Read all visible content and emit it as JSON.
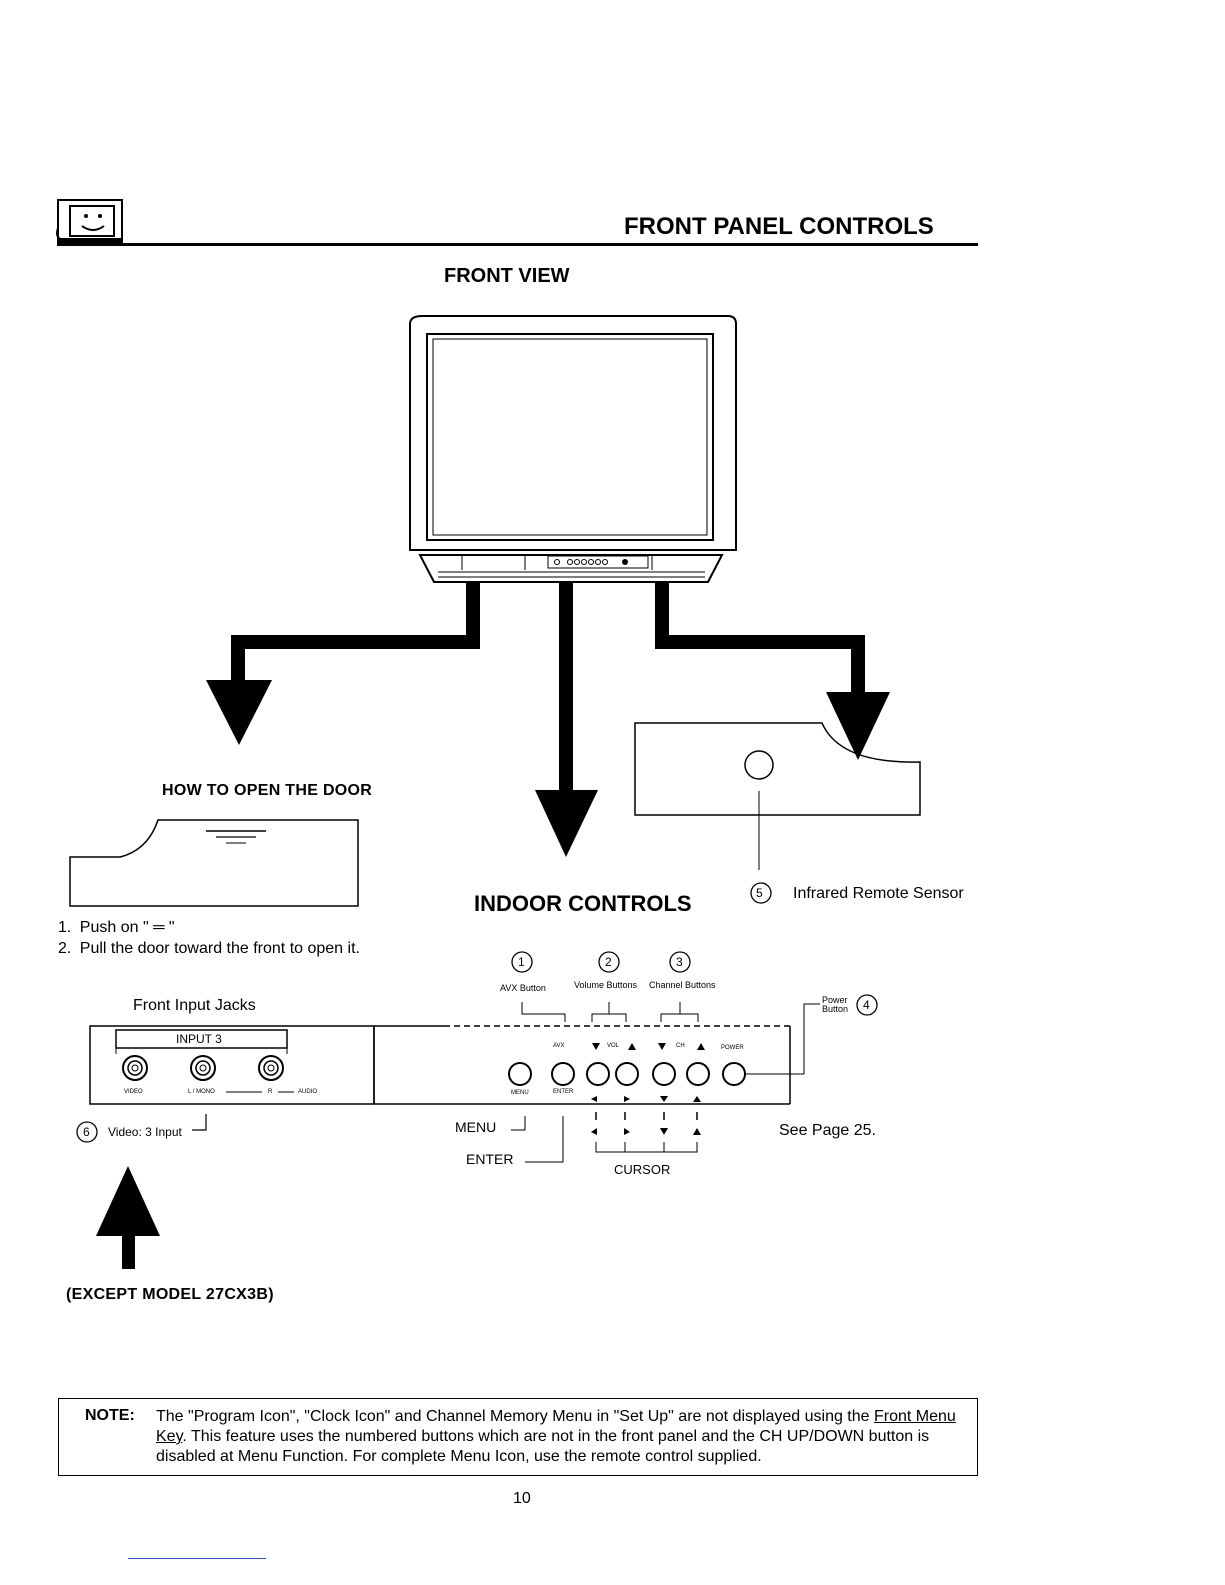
{
  "header": {
    "title": "FRONT PANEL CONTROLS",
    "logo_icon": "tv-mascot-icon"
  },
  "front_view": {
    "title": "FRONT VIEW"
  },
  "door": {
    "title": "HOW TO OPEN THE DOOR",
    "steps": [
      {
        "num": "1.",
        "text": "Push on \" ═ \""
      },
      {
        "num": "2.",
        "text": "Pull the door toward the front to open it."
      }
    ]
  },
  "jacks": {
    "title": "Front Input Jacks",
    "input_label": "INPUT 3",
    "jack_labels": [
      "VIDEO",
      "L / MONO",
      "R",
      "AUDIO"
    ],
    "callout_num": "6",
    "callout_text": "Video: 3 Input",
    "except_note": "(EXCEPT MODEL 27CX3B)"
  },
  "sensor": {
    "num": "5",
    "label": "Infrared Remote Sensor"
  },
  "indoor": {
    "title": "INDOOR CONTROLS",
    "callouts": [
      {
        "num": "1",
        "label": "AVX Button"
      },
      {
        "num": "2",
        "label": "Volume Buttons"
      },
      {
        "num": "3",
        "label": "Channel Buttons"
      }
    ],
    "power_callout": {
      "num": "4",
      "label_line1": "Power",
      "label_line2": "Button"
    },
    "panel_top_labels": [
      "AVX",
      "VOL",
      "CH",
      "POWER"
    ],
    "panel_bottom_labels": [
      "MENU",
      "ENTER"
    ],
    "menu_label": "MENU",
    "enter_label": "ENTER",
    "cursor_label": "CURSOR",
    "see_page": "See Page 25."
  },
  "note": {
    "label": "NOTE:",
    "text_before_link": "The \"Program Icon\", \"Clock Icon\" and Channel Memory Menu in \"Set Up\" are not displayed using the ",
    "link_text": "Front Menu Key",
    "text_after_link": ".  This feature uses the numbered buttons which are not in the front panel and the CH UP/DOWN button is disabled at Menu Function.  For complete Menu Icon, use the remote control supplied."
  },
  "page_number": "10"
}
